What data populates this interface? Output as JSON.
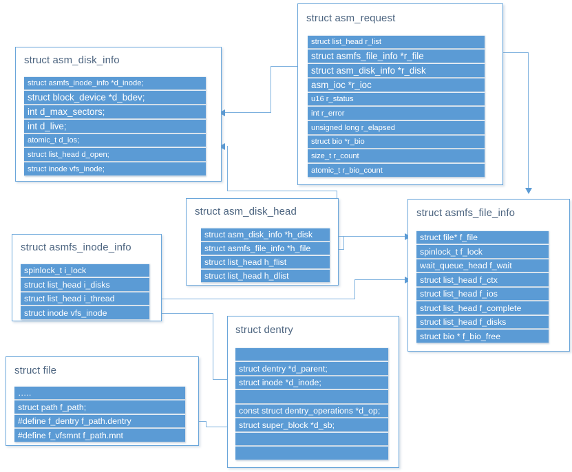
{
  "diagram": {
    "title": "Kernel struct relationship diagram",
    "colors": {
      "field_fill": "#5b9bd5",
      "box_border": "#6aa6da",
      "title_text": "#4d6580",
      "connector": "#7cb0de",
      "field_text": "#ffffff",
      "background": "#ffffff"
    }
  },
  "boxes": {
    "asm_request": {
      "title": "struct asm_request",
      "fields": [
        "struct list_head r_list",
        "struct asmfs_file_info *r_file",
        "struct asm_disk_info *r_disk",
        "asm_ioc *r_ioc",
        "u16 r_status",
        "int r_error",
        "unsigned long r_elapsed",
        "struct bio *r_bio",
        "size_t r_count",
        "atomic_t r_bio_count"
      ]
    },
    "asm_disk_info": {
      "title": "struct asm_disk_info",
      "fields": [
        "struct asmfs_inode_info *d_inode;",
        "struct block_device *d_bdev;",
        "int d_max_sectors;",
        "int d_live;",
        "atomic_t d_ios;",
        "struct list_head d_open;",
        "struct inode vfs_inode;"
      ]
    },
    "asm_disk_head": {
      "title": "struct asm_disk_head",
      "fields": [
        "struct asm_disk_info *h_disk",
        "struct asmfs_file_info *h_file",
        "struct list_head h_flist",
        "struct list_head h_dlist"
      ]
    },
    "asmfs_file_info": {
      "title": "struct asmfs_file_info",
      "fields": [
        "struct file* f_file",
        "spinlock_t f_lock",
        "wait_queue_head f_wait",
        "struct list_head  f_ctx",
        "struct list_head f_ios",
        "struct list_head f_complete",
        "struct list_head f_disks",
        "struct bio * f_bio_free"
      ]
    },
    "asmfs_inode_info": {
      "title": "struct asmfs_inode_info",
      "fields": [
        "spinlock_t i_lock",
        "struct list_head i_disks",
        "struct list_head i_thread",
        "struct inode vfs_inode"
      ]
    },
    "dentry": {
      "title": "struct dentry",
      "fields": [
        "",
        "struct dentry *d_parent;",
        "struct inode *d_inode;",
        "",
        "const struct dentry_operations *d_op;",
        "struct super_block *d_sb;",
        "",
        ""
      ]
    },
    "file": {
      "title": "struct file",
      "fields": [
        "…..",
        "struct path    f_path;",
        "#define f_dentry        f_path.dentry",
        "#define f_vfsmnt    f_path.mnt"
      ]
    }
  }
}
